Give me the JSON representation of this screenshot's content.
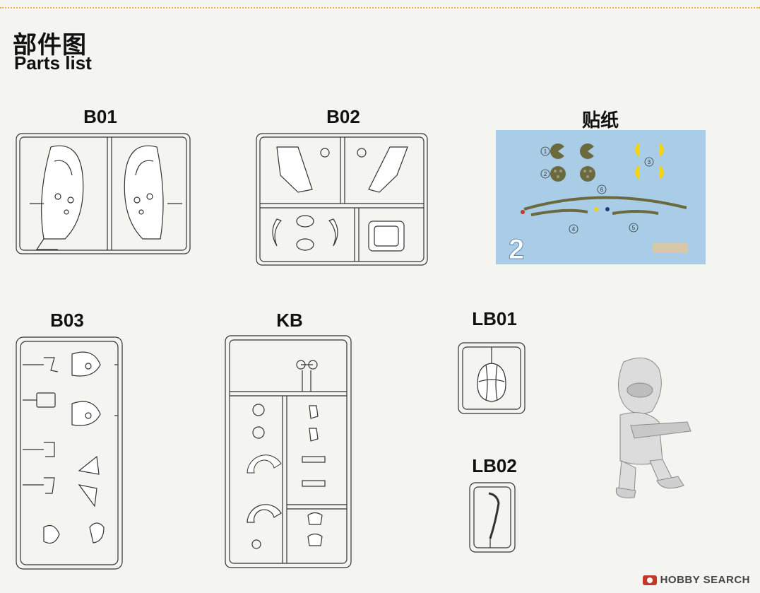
{
  "header": {
    "title_cn": "部件图",
    "title_en": "Parts list"
  },
  "sprues": {
    "b01": "B01",
    "b02": "B02",
    "b03": "B03",
    "kb": "KB",
    "lb01": "LB01",
    "lb02": "LB02"
  },
  "decal_sheet": {
    "label": "贴纸",
    "background": "#a9cde6",
    "numbers": [
      "1",
      "2",
      "3",
      "4",
      "5",
      "6"
    ],
    "big_number": "2"
  },
  "watermark": {
    "text": "HOBBY SEARCH"
  },
  "colors": {
    "accent_rule": "#e6b24a",
    "decal_olive": "#6b6a3e",
    "decal_yellow": "#f2d21b"
  }
}
